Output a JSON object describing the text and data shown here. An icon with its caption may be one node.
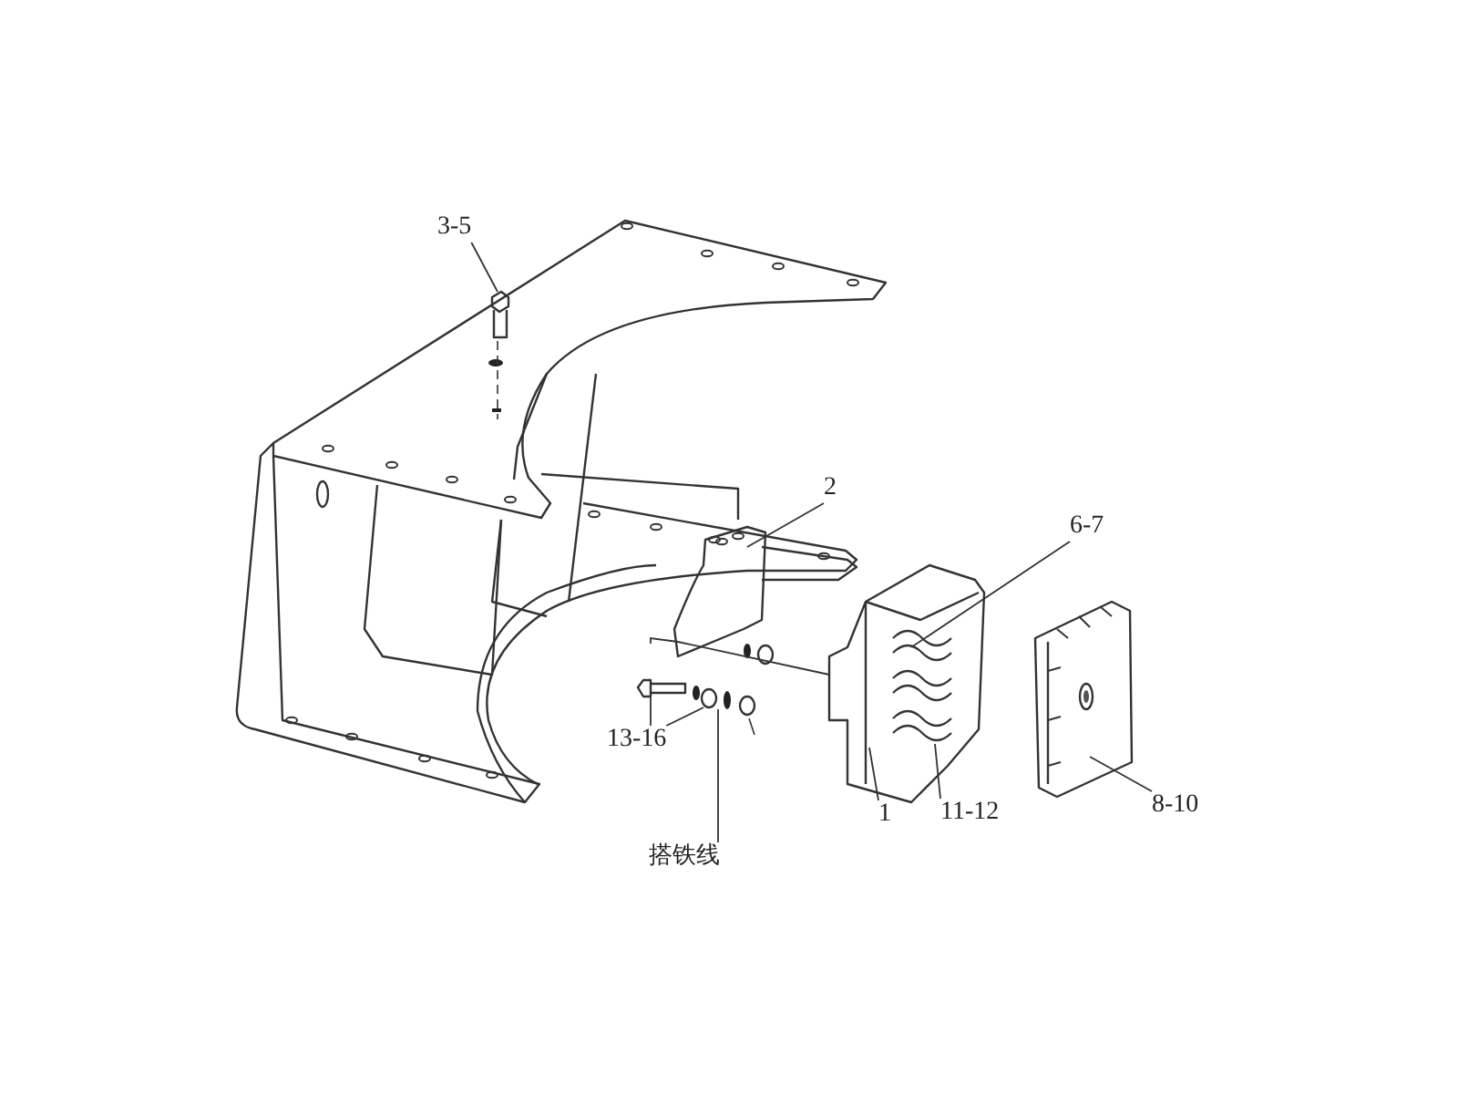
{
  "diagram": {
    "nodes": [
      {
        "text": [
          "3-5"
        ]
      },
      {
        "text": [
          "2"
        ]
      },
      {
        "text": [
          "6-7"
        ]
      },
      {
        "text": [
          "13-16"
        ]
      },
      {
        "text": [
          "搭铁线"
        ]
      },
      {
        "text": [
          "1"
        ]
      },
      {
        "text": [
          "11-12"
        ]
      },
      {
        "text": [
          "8-10"
        ]
      },
      {
        "text": [],
        "shape": "picture"
      },
      {
        "text": [],
        "shape": "picture"
      },
      {
        "text": [],
        "shape": "picture"
      },
      {
        "text": [],
        "shape": "picture"
      },
      {
        "text": [],
        "shape": "picture"
      }
    ],
    "edges": [
      {
        "from": 0,
        "to": 8,
        "arrow": "none"
      },
      {
        "from": 1,
        "to": 9,
        "arrow": "none"
      },
      {
        "from": 2,
        "to": 11,
        "arrow": "none"
      },
      {
        "from": 3,
        "to": 10,
        "arrow": "none"
      },
      {
        "from": 3,
        "to": 10,
        "arrow": "none"
      },
      {
        "from": 4,
        "to": 10,
        "arrow": "none"
      },
      {
        "from": 5,
        "to": 11,
        "arrow": "none"
      },
      {
        "from": 6,
        "to": 11,
        "arrow": "none"
      },
      {
        "from": 7,
        "to": 12,
        "arrow": "none"
      },
      {
        "from": 10,
        "to": 11,
        "arrow": "none"
      }
    ]
  }
}
